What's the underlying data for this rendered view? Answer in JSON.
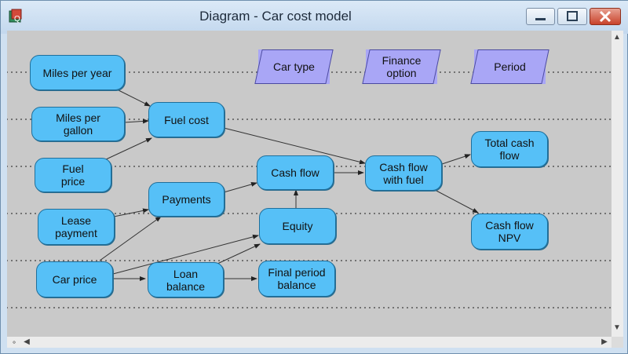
{
  "window": {
    "title": "Diagram - Car cost model"
  },
  "nodes": {
    "miles_per_year": "Miles per year",
    "miles_per_gallon": "Miles per gallon",
    "fuel_price": "Fuel price",
    "lease_payment": "Lease payment",
    "car_price": "Car price",
    "fuel_cost": "Fuel cost",
    "payments": "Payments",
    "loan_balance": "Loan balance",
    "car_type": "Car type",
    "finance_option": "Finance option",
    "period": "Period",
    "cash_flow": "Cash flow",
    "equity": "Equity",
    "final_period_balance": "Final period balance",
    "cash_flow_with_fuel": "Cash flow with fuel",
    "total_cash_flow": "Total cash flow",
    "cash_flow_npv": "Cash flow NPV"
  },
  "colors": {
    "variable_fill": "#56c0f7",
    "index_fill": "#a9a6f6",
    "canvas": "#c9c9c9"
  }
}
